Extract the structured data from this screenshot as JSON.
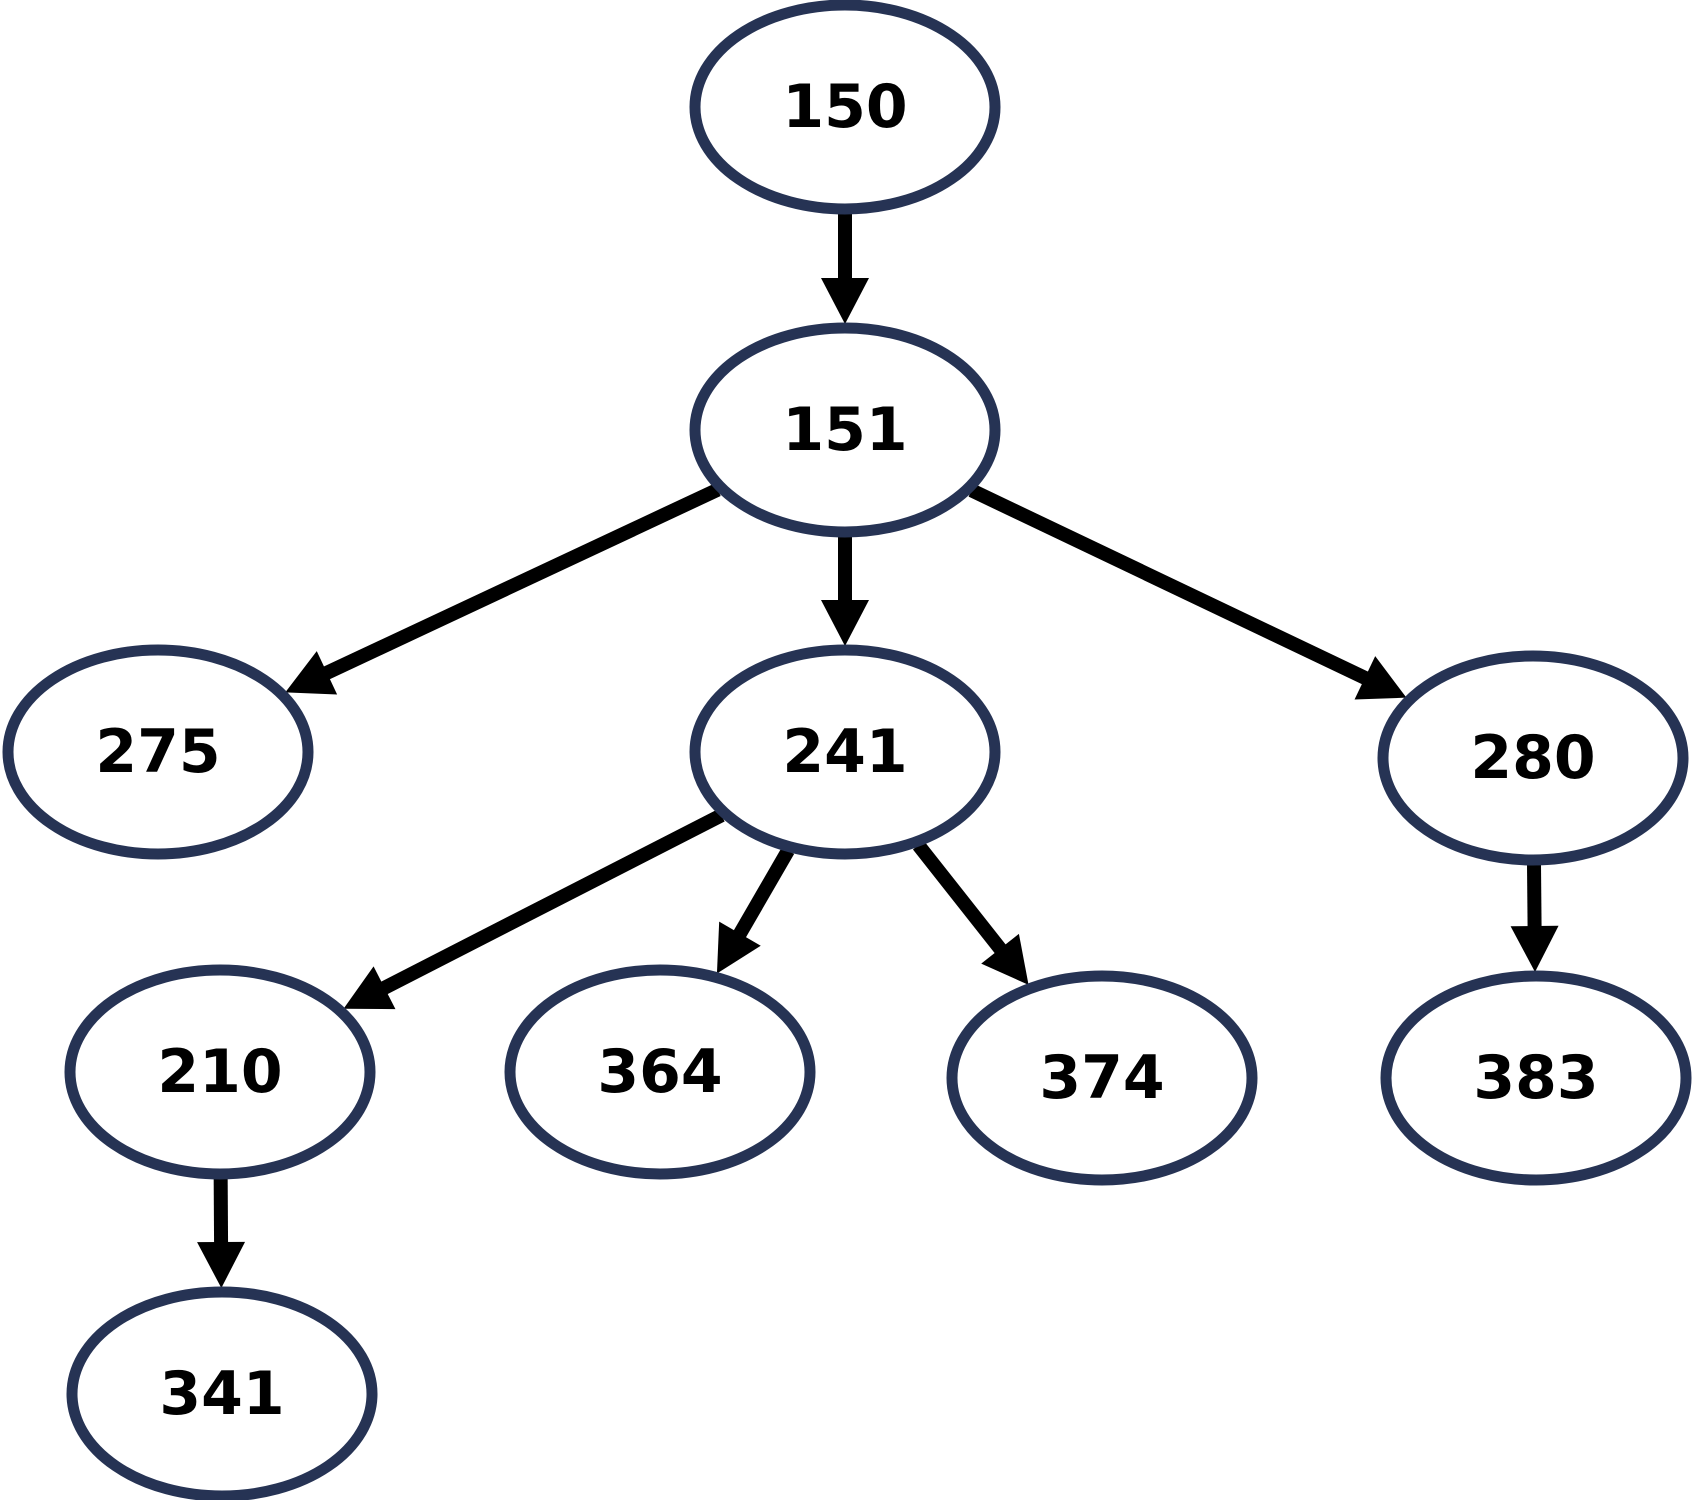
{
  "diagram": {
    "type": "tree",
    "colors": {
      "node_stroke": "#263354",
      "node_fill": "#ffffff",
      "edge": "#000000",
      "label": "#000000"
    },
    "nodes": [
      {
        "id": "n150",
        "label": "150"
      },
      {
        "id": "n151",
        "label": "151"
      },
      {
        "id": "n275",
        "label": "275"
      },
      {
        "id": "n241",
        "label": "241"
      },
      {
        "id": "n280",
        "label": "280"
      },
      {
        "id": "n210",
        "label": "210"
      },
      {
        "id": "n364",
        "label": "364"
      },
      {
        "id": "n374",
        "label": "374"
      },
      {
        "id": "n383",
        "label": "383"
      },
      {
        "id": "n341",
        "label": "341"
      }
    ],
    "edges": [
      {
        "from": "n150",
        "to": "n151"
      },
      {
        "from": "n151",
        "to": "n275"
      },
      {
        "from": "n151",
        "to": "n241"
      },
      {
        "from": "n151",
        "to": "n280"
      },
      {
        "from": "n241",
        "to": "n210"
      },
      {
        "from": "n241",
        "to": "n364"
      },
      {
        "from": "n241",
        "to": "n374"
      },
      {
        "from": "n280",
        "to": "n383"
      },
      {
        "from": "n210",
        "to": "n341"
      }
    ]
  }
}
